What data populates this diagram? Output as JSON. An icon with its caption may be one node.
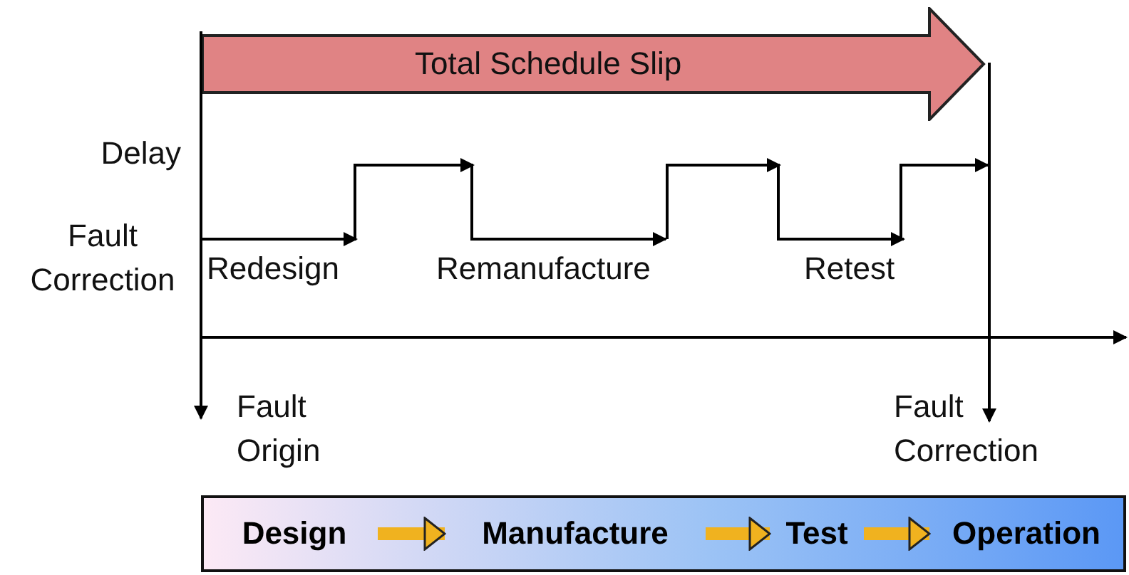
{
  "diagram": {
    "nodes": [
      {
        "text": [
          "Total Schedule Slip"
        ]
      },
      {
        "text": [],
        "shape": "bar"
      },
      {
        "text": [
          "Design"
        ],
        "in": 1
      },
      {
        "text": [
          "Manufacture"
        ],
        "in": 1
      },
      {
        "text": [
          "Test"
        ],
        "in": 1
      },
      {
        "text": [
          "Operation"
        ],
        "in": 1
      }
    ],
    "edges": [
      {
        "from": 2,
        "to": 3,
        "arrow": "to"
      },
      {
        "from": 3,
        "to": 4,
        "arrow": "to"
      },
      {
        "from": 4,
        "to": 5,
        "arrow": "to"
      }
    ],
    "labels": [
      "Delay",
      "Fault Correction",
      "Redesign",
      "Remanufacture",
      "Retest",
      "Fault Origin",
      "Fault Correction"
    ]
  }
}
